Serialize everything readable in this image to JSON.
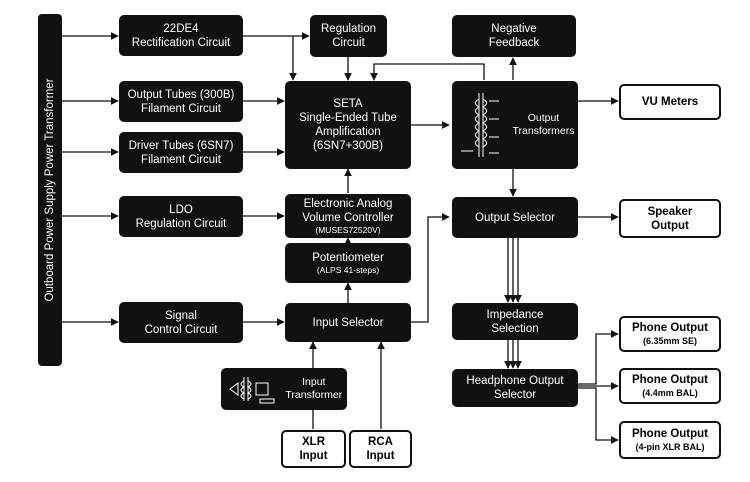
{
  "transformer_label": "Outboard Power Supply Power Transformer",
  "blocks": {
    "rect": [
      "22DE4",
      "Rectification Circuit"
    ],
    "output_fil": [
      "Output Tubes (300B)",
      "Filament Circuit"
    ],
    "driver_fil": [
      "Driver Tubes (6SN7)",
      "Filament Circuit"
    ],
    "ldo": [
      "LDO",
      "Regulation Circuit"
    ],
    "signal": [
      "Signal",
      "Control Circuit"
    ],
    "regulation": [
      "Regulation",
      "Circuit"
    ],
    "seta": [
      "SETA",
      "Single-Ended Tube",
      "Amplification",
      "(6SN7+300B)"
    ],
    "volume": [
      "Electronic Analog",
      "Volume Controller"
    ],
    "volume_sub": "(MUSES72520V)",
    "pot": "Potentiometer",
    "pot_sub": "(ALPS 41-steps)",
    "input_sel": "Input Selector",
    "input_xfmr": [
      "Input",
      "Transformer"
    ],
    "neg_fb": [
      "Negative",
      "Feedback"
    ],
    "out_xfmr": [
      "Output",
      "Transformers"
    ],
    "out_sel": "Output Selector",
    "impedance": [
      "Impedance",
      "Selection"
    ],
    "hp_sel": [
      "Headphone Output",
      "Selector"
    ],
    "vu": "VU Meters",
    "speaker": [
      "Speaker",
      "Output"
    ],
    "phone1": "Phone Output",
    "phone1_sub": "(6.35mm SE)",
    "phone2": "Phone Output",
    "phone2_sub": "(4.4mm BAL)",
    "phone3": "Phone Output",
    "phone3_sub": "(4-pin XLR BAL)",
    "xlr": [
      "XLR",
      "Input"
    ],
    "rca": [
      "RCA",
      "Input"
    ]
  },
  "icons": {
    "input_xfmr": "transformer-schematic-icon",
    "out_xfmr": "transformer-schematic-icon"
  }
}
